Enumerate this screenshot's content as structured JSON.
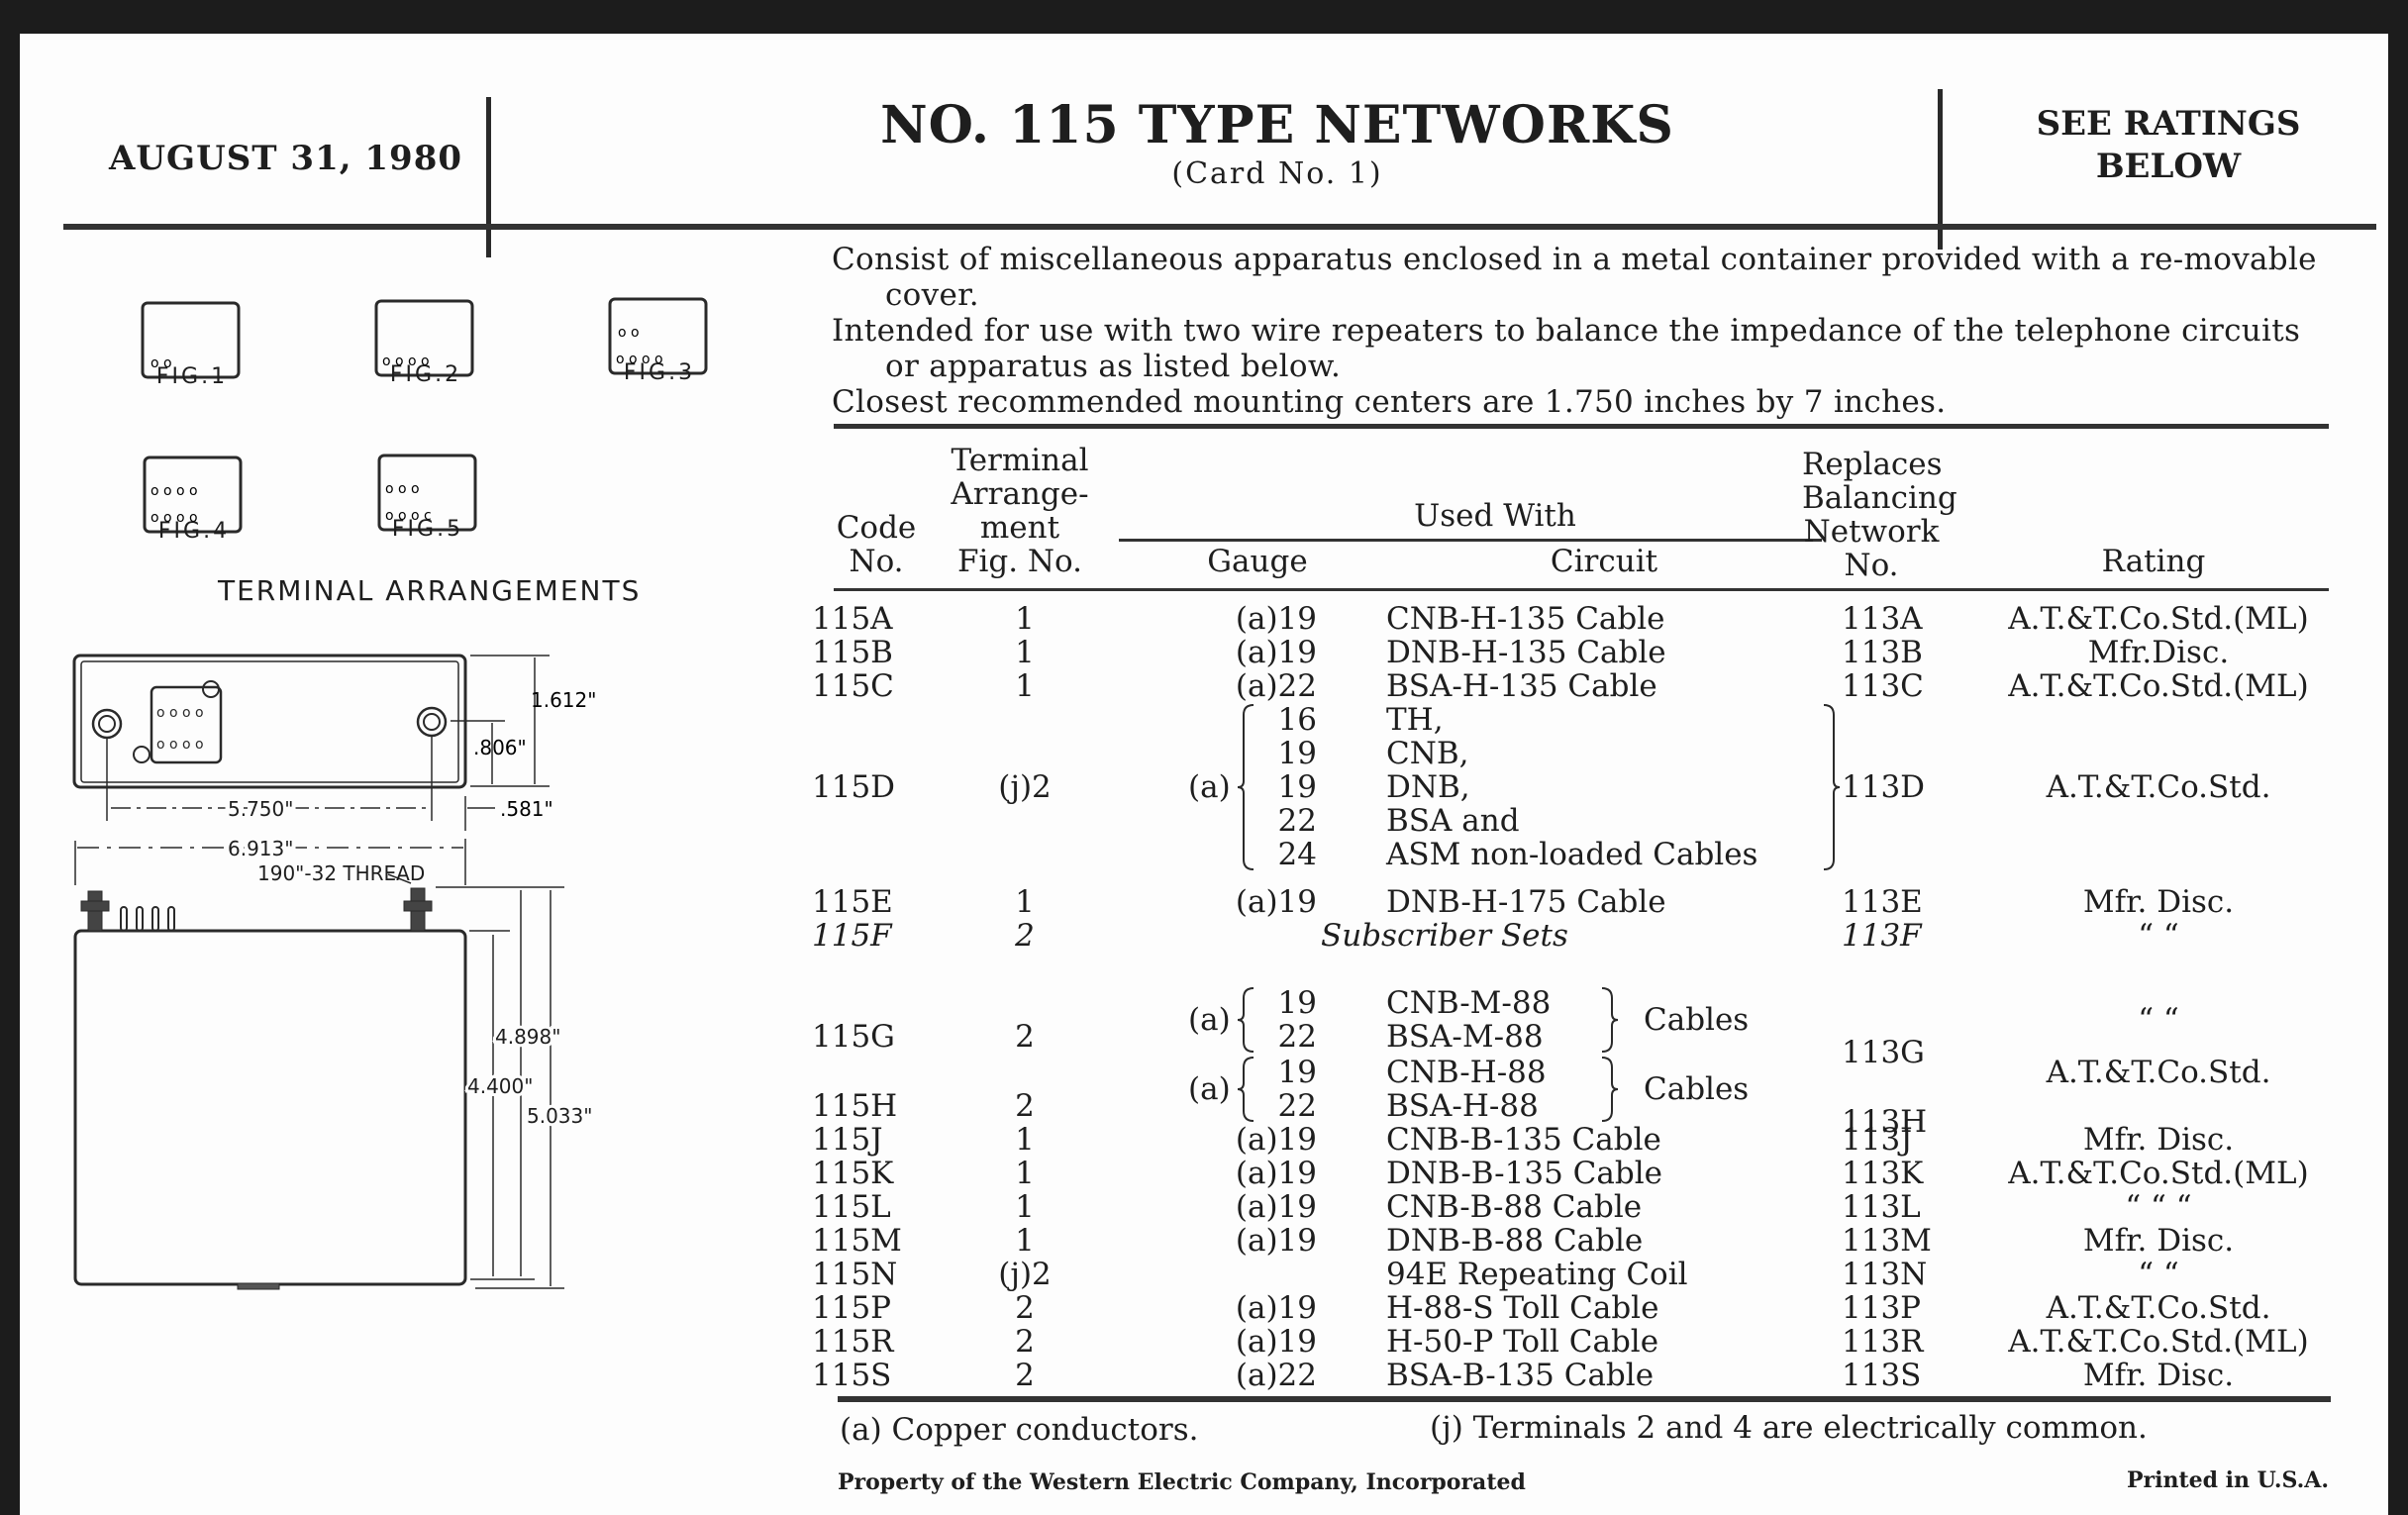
{
  "header": {
    "date": "AUGUST 31, 1980",
    "title": "NO. 115 TYPE NETWORKS",
    "subtitle": "(Card No. 1)",
    "rating_note_line1": "SEE RATINGS",
    "rating_note_line2": "BELOW"
  },
  "figures": {
    "items": [
      {
        "label": "FIG.1"
      },
      {
        "label": "FIG.2"
      },
      {
        "label": "FIG.3"
      },
      {
        "label": "FIG.4"
      },
      {
        "label": "FIG.5"
      }
    ],
    "title": "TERMINAL ARRANGEMENTS"
  },
  "drawing": {
    "dim_height_top": "1.612\"",
    "dim_mount_offset": ".806\"",
    "dim_mount_span": "5.750\"",
    "dim_edge_offset": ".581\"",
    "dim_overall_width": "6.913\"",
    "thread_label": "190\"-32 THREAD",
    "dim_body_height": "4.400\"",
    "dim_stud_height": "4.898\"",
    "dim_overall_height": "5.033\""
  },
  "description": [
    "Consist of miscellaneous apparatus enclosed in a metal container provided with a re-movable cover.",
    "Intended for use with two wire repeaters to balance the impedance of the telephone circuits or apparatus as listed below.",
    "Closest recommended mounting centers are 1.750 inches by 7 inches."
  ],
  "table": {
    "headers": {
      "code": [
        "Code",
        "No."
      ],
      "terminal": [
        "Terminal",
        "Arrange-",
        "ment",
        "Fig. No."
      ],
      "used_with": "Used With",
      "gauge": "Gauge",
      "circuit": "Circuit",
      "replaces": [
        "Replaces",
        "Balancing",
        "Network",
        "No."
      ],
      "rating": "Rating"
    },
    "rows": [
      {
        "code": "115A",
        "fig": "1",
        "gauge": "(a)19",
        "circuit": "CNB-H-135 Cable",
        "replaces": "113A",
        "rating": "A.T.&T.Co.Std.(ML)"
      },
      {
        "code": "115B",
        "fig": "1",
        "gauge": "(a)19",
        "circuit": "DNB-H-135 Cable",
        "replaces": "113B",
        "rating": "Mfr.Disc."
      },
      {
        "code": "115C",
        "fig": "1",
        "gauge": "(a)22",
        "circuit": "BSA-H-135 Cable",
        "replaces": "113C",
        "rating": "A.T.&T.Co.Std.(ML)"
      },
      {
        "code": "115D",
        "fig": "(j)2",
        "gauge_prefix": "(a)",
        "gauges": [
          "16",
          "19",
          "19",
          "22",
          "24"
        ],
        "circuits": [
          "TH,",
          "CNB,",
          "DNB,",
          "BSA and",
          "ASM non-loaded Cables"
        ],
        "replaces": "113D",
        "rating": "A.T.&T.Co.Std."
      },
      {
        "code": "115E",
        "fig": "1",
        "gauge": "(a)19",
        "circuit": "DNB-H-175 Cable",
        "replaces": "113E",
        "rating": "Mfr. Disc."
      },
      {
        "code": "115F",
        "fig": "2",
        "circuit": "Subscriber Sets",
        "replaces": "113F",
        "rating": "“      “"
      },
      {
        "code": "115G",
        "fig": "2",
        "gauge_prefix": "(a)",
        "gauges": [
          "19",
          "22"
        ],
        "circuits": [
          "CNB-M-88",
          "BSA-M-88"
        ],
        "suffix": "Cables",
        "replaces": "113G",
        "rating": "“      “"
      },
      {
        "code": "115H",
        "fig": "2",
        "gauge_prefix": "(a)",
        "gauges": [
          "19",
          "22"
        ],
        "circuits": [
          "CNB-H-88",
          "BSA-H-88"
        ],
        "suffix": "Cables",
        "replaces": "113H",
        "rating": "A.T.&T.Co.Std."
      },
      {
        "code": "115J",
        "fig": "1",
        "gauge": "(a)19",
        "circuit": "CNB-B-135 Cable",
        "replaces": "113J",
        "rating": "Mfr. Disc."
      },
      {
        "code": "115K",
        "fig": "1",
        "gauge": "(a)19",
        "circuit": "DNB-B-135 Cable",
        "replaces": "113K",
        "rating": "A.T.&T.Co.Std.(ML)"
      },
      {
        "code": "115L",
        "fig": "1",
        "gauge": "(a)19",
        "circuit": "CNB-B-88 Cable",
        "replaces": "113L",
        "rating": "“       “       “"
      },
      {
        "code": "115M",
        "fig": "1",
        "gauge": "(a)19",
        "circuit": "DNB-B-88 Cable",
        "replaces": "113M",
        "rating": "Mfr. Disc."
      },
      {
        "code": "115N",
        "fig": "(j)2",
        "gauge": "",
        "circuit": "94E Repeating Coil",
        "replaces": "113N",
        "rating": "“      “"
      },
      {
        "code": "115P",
        "fig": "2",
        "gauge": "(a)19",
        "circuit": "H-88-S Toll Cable",
        "replaces": "113P",
        "rating": "A.T.&T.Co.Std."
      },
      {
        "code": "115R",
        "fig": "2",
        "gauge": "(a)19",
        "circuit": "H-50-P Toll Cable",
        "replaces": "113R",
        "rating": "A.T.&T.Co.Std.(ML)"
      },
      {
        "code": "115S",
        "fig": "2",
        "gauge": "(a)22",
        "circuit": "BSA-B-135 Cable",
        "replaces": "113S",
        "rating": "Mfr. Disc."
      }
    ]
  },
  "footnotes": {
    "a": "(a)  Copper conductors.",
    "j": "(j)  Terminals 2 and 4 are electrically common."
  },
  "footer": {
    "property": "Property of the Western Electric Company, Incorporated",
    "printed": "Printed in U.S.A."
  }
}
